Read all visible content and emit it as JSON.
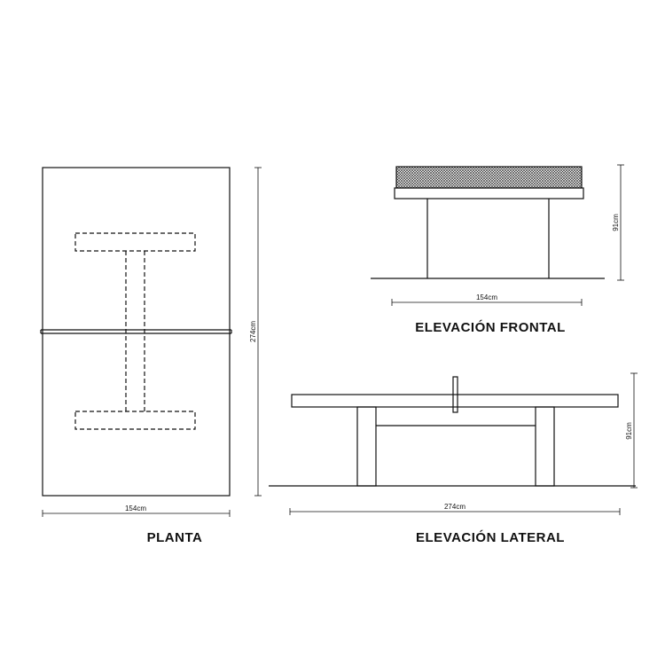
{
  "views": {
    "plan": {
      "title": "PLANTA",
      "width_label": "154cm",
      "length_label": "274cm"
    },
    "front": {
      "title": "ELEVACIÓN FRONTAL",
      "width_label": "154cm",
      "height_label": "91cm"
    },
    "side": {
      "title": "ELEVACIÓN LATERAL",
      "length_label": "274cm",
      "height_label": "91cm"
    }
  },
  "colors": {
    "line": "#111111",
    "background": "#ffffff"
  }
}
